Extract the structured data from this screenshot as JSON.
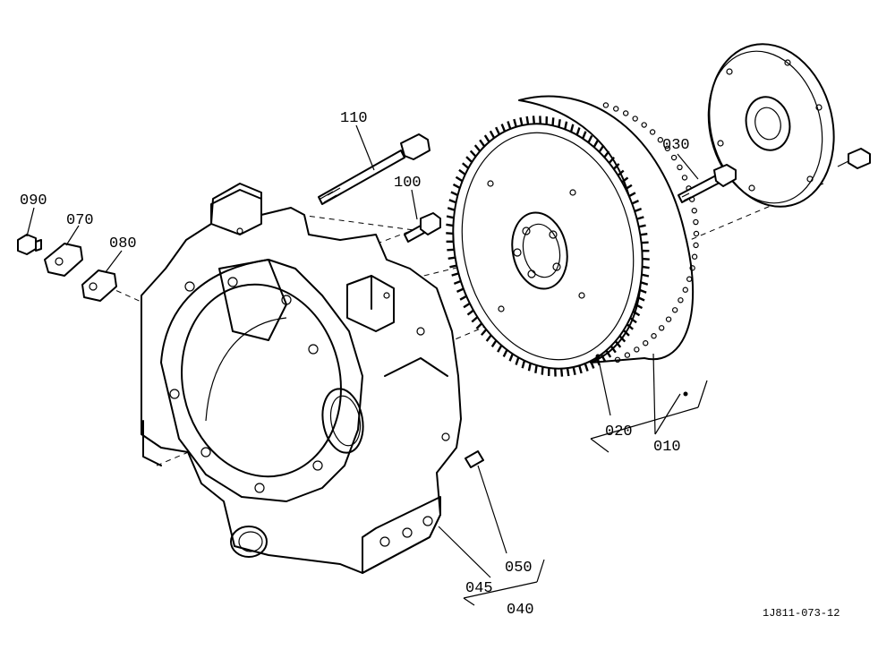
{
  "diagram": {
    "drawing_code": "1J811-073-12",
    "parts": [
      {
        "ref": "010"
      },
      {
        "ref": "020"
      },
      {
        "ref": "030"
      },
      {
        "ref": "040"
      },
      {
        "ref": "045"
      },
      {
        "ref": "050"
      },
      {
        "ref": "070"
      },
      {
        "ref": "080"
      },
      {
        "ref": "090"
      },
      {
        "ref": "100"
      },
      {
        "ref": "110"
      }
    ]
  }
}
